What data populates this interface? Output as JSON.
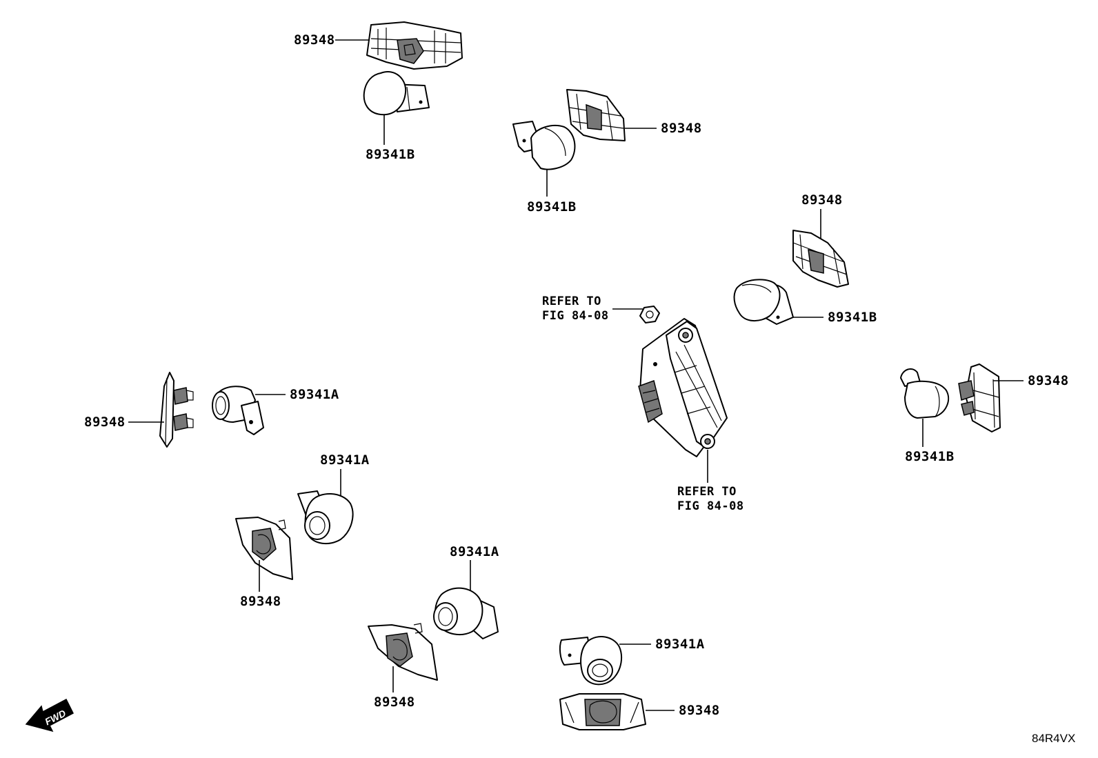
{
  "labels": {
    "bracket_top": "89348",
    "sensor_top": "89341B",
    "bracket_upper_mid": "89348",
    "sensor_upper_mid": "89341B",
    "bracket_right_upper": "89348",
    "sensor_right_upper": "89341B",
    "bracket_far_right": "89348",
    "sensor_far_right": "89341B",
    "sensor_left": "89341A",
    "bracket_left": "89348",
    "sensor_left_mid": "89341A",
    "bracket_left_mid": "89348",
    "sensor_center_low": "89341A",
    "bracket_center_low": "89348",
    "sensor_bottom": "89341A",
    "bracket_bottom": "89348"
  },
  "refs": {
    "nut": [
      "REFER TO",
      "FIG 84-08"
    ],
    "module": [
      "REFER TO",
      "FIG 84-08"
    ]
  },
  "fwd_label": "FWD",
  "diagram_code": "84R4VX"
}
